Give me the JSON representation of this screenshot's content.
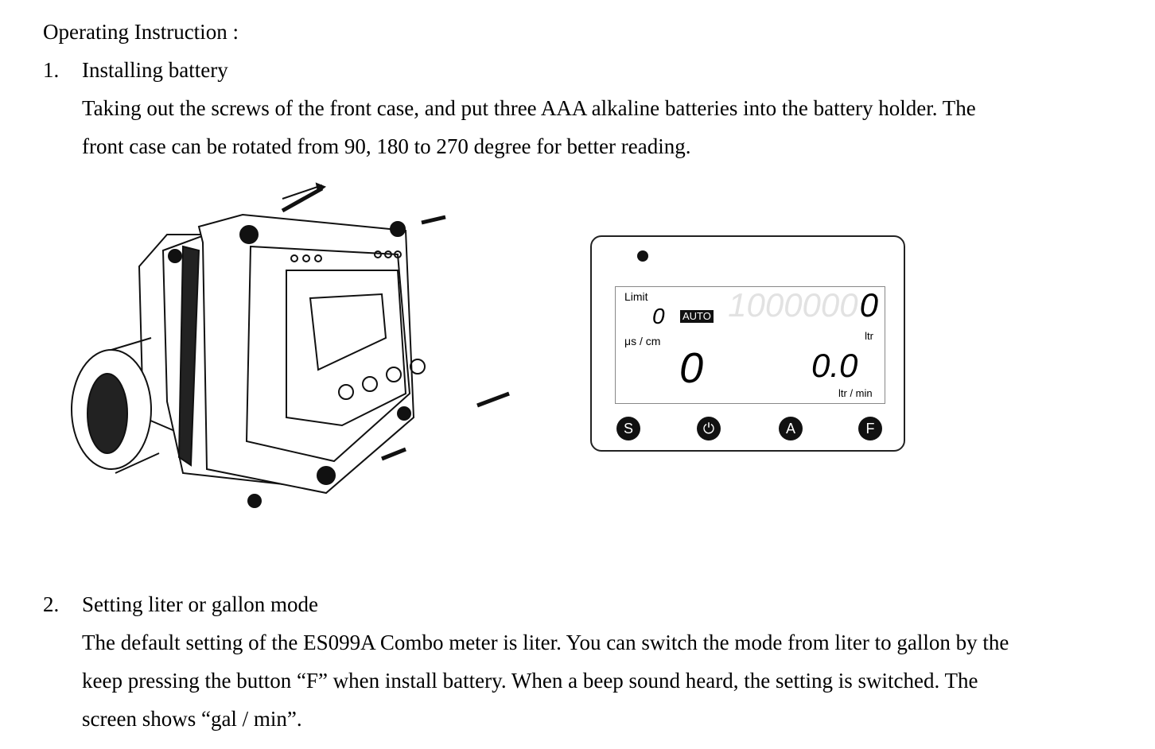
{
  "title": "Operating Instruction :",
  "sections": [
    {
      "number": "1.",
      "heading": "Installing battery",
      "lines": [
        "Taking out the screws of the front case, and put three AAA alkaline batteries into the battery holder. The",
        "front case can be rotated from 90, 180 to 270 degree for better reading."
      ]
    },
    {
      "number": "2.",
      "heading": "Setting liter or gallon mode",
      "lines": [
        "The default setting of the ES099A Combo meter is liter. You can switch the mode from liter to gallon by the",
        "keep pressing the button “F” when install battery. When a beep sound heard, the setting is switched. The",
        "screen shows “gal / min”."
      ]
    }
  ],
  "display": {
    "limit_label": "Limit",
    "limit_value": "0",
    "auto_badge": "AUTO",
    "unit_conductivity": "μs / cm",
    "total_ghost": "1000000",
    "total_value": "0",
    "total_unit": "ltr",
    "conductivity_value": "0",
    "rate_value": "0.0",
    "rate_unit": "ltr / min",
    "buttons": [
      "S",
      "⏻",
      "A",
      "F"
    ]
  }
}
